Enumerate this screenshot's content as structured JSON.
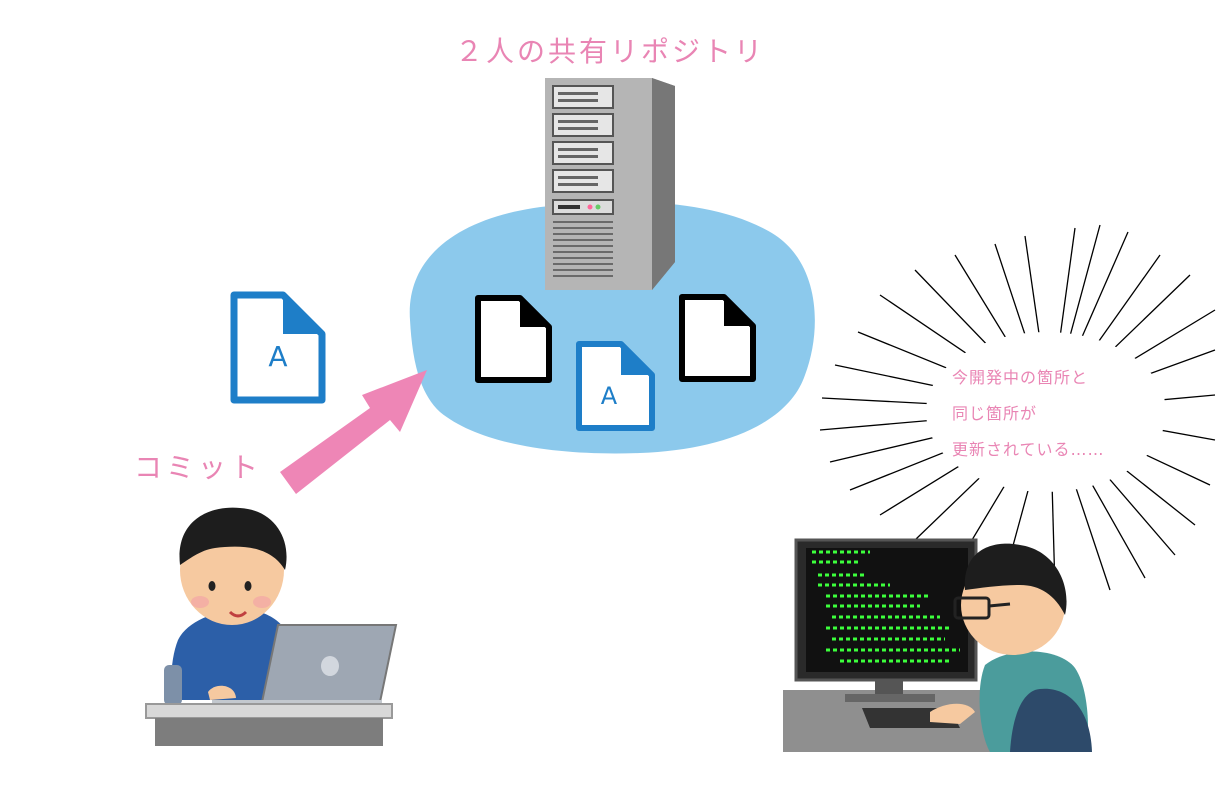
{
  "title": "２人の共有リポジトリ",
  "commit_label": "コミット",
  "thought": {
    "line1": "今開発中の箇所と",
    "line2": "同じ箇所が",
    "line3": "更新されている……"
  },
  "file_letter": "A",
  "colors": {
    "pink": "#e985b4",
    "blue_file": "#1e7ec8",
    "cloud": "#8cc9ec",
    "server": "#a9a9a9",
    "terminal_green": "#3cff3c"
  },
  "icons": [
    "server-icon",
    "document-icon",
    "document-a-icon",
    "arrow-icon",
    "laptop-icon",
    "monitor-icon"
  ]
}
